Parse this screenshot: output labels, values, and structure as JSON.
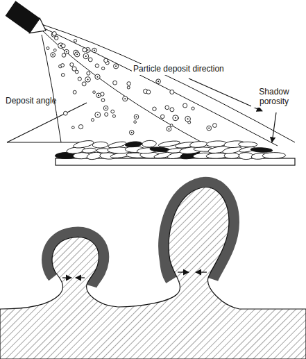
{
  "diagram": {
    "labels": [
      "Deposit angle",
      "Particle deposit direction",
      "Shadow porosity"
    ]
  }
}
